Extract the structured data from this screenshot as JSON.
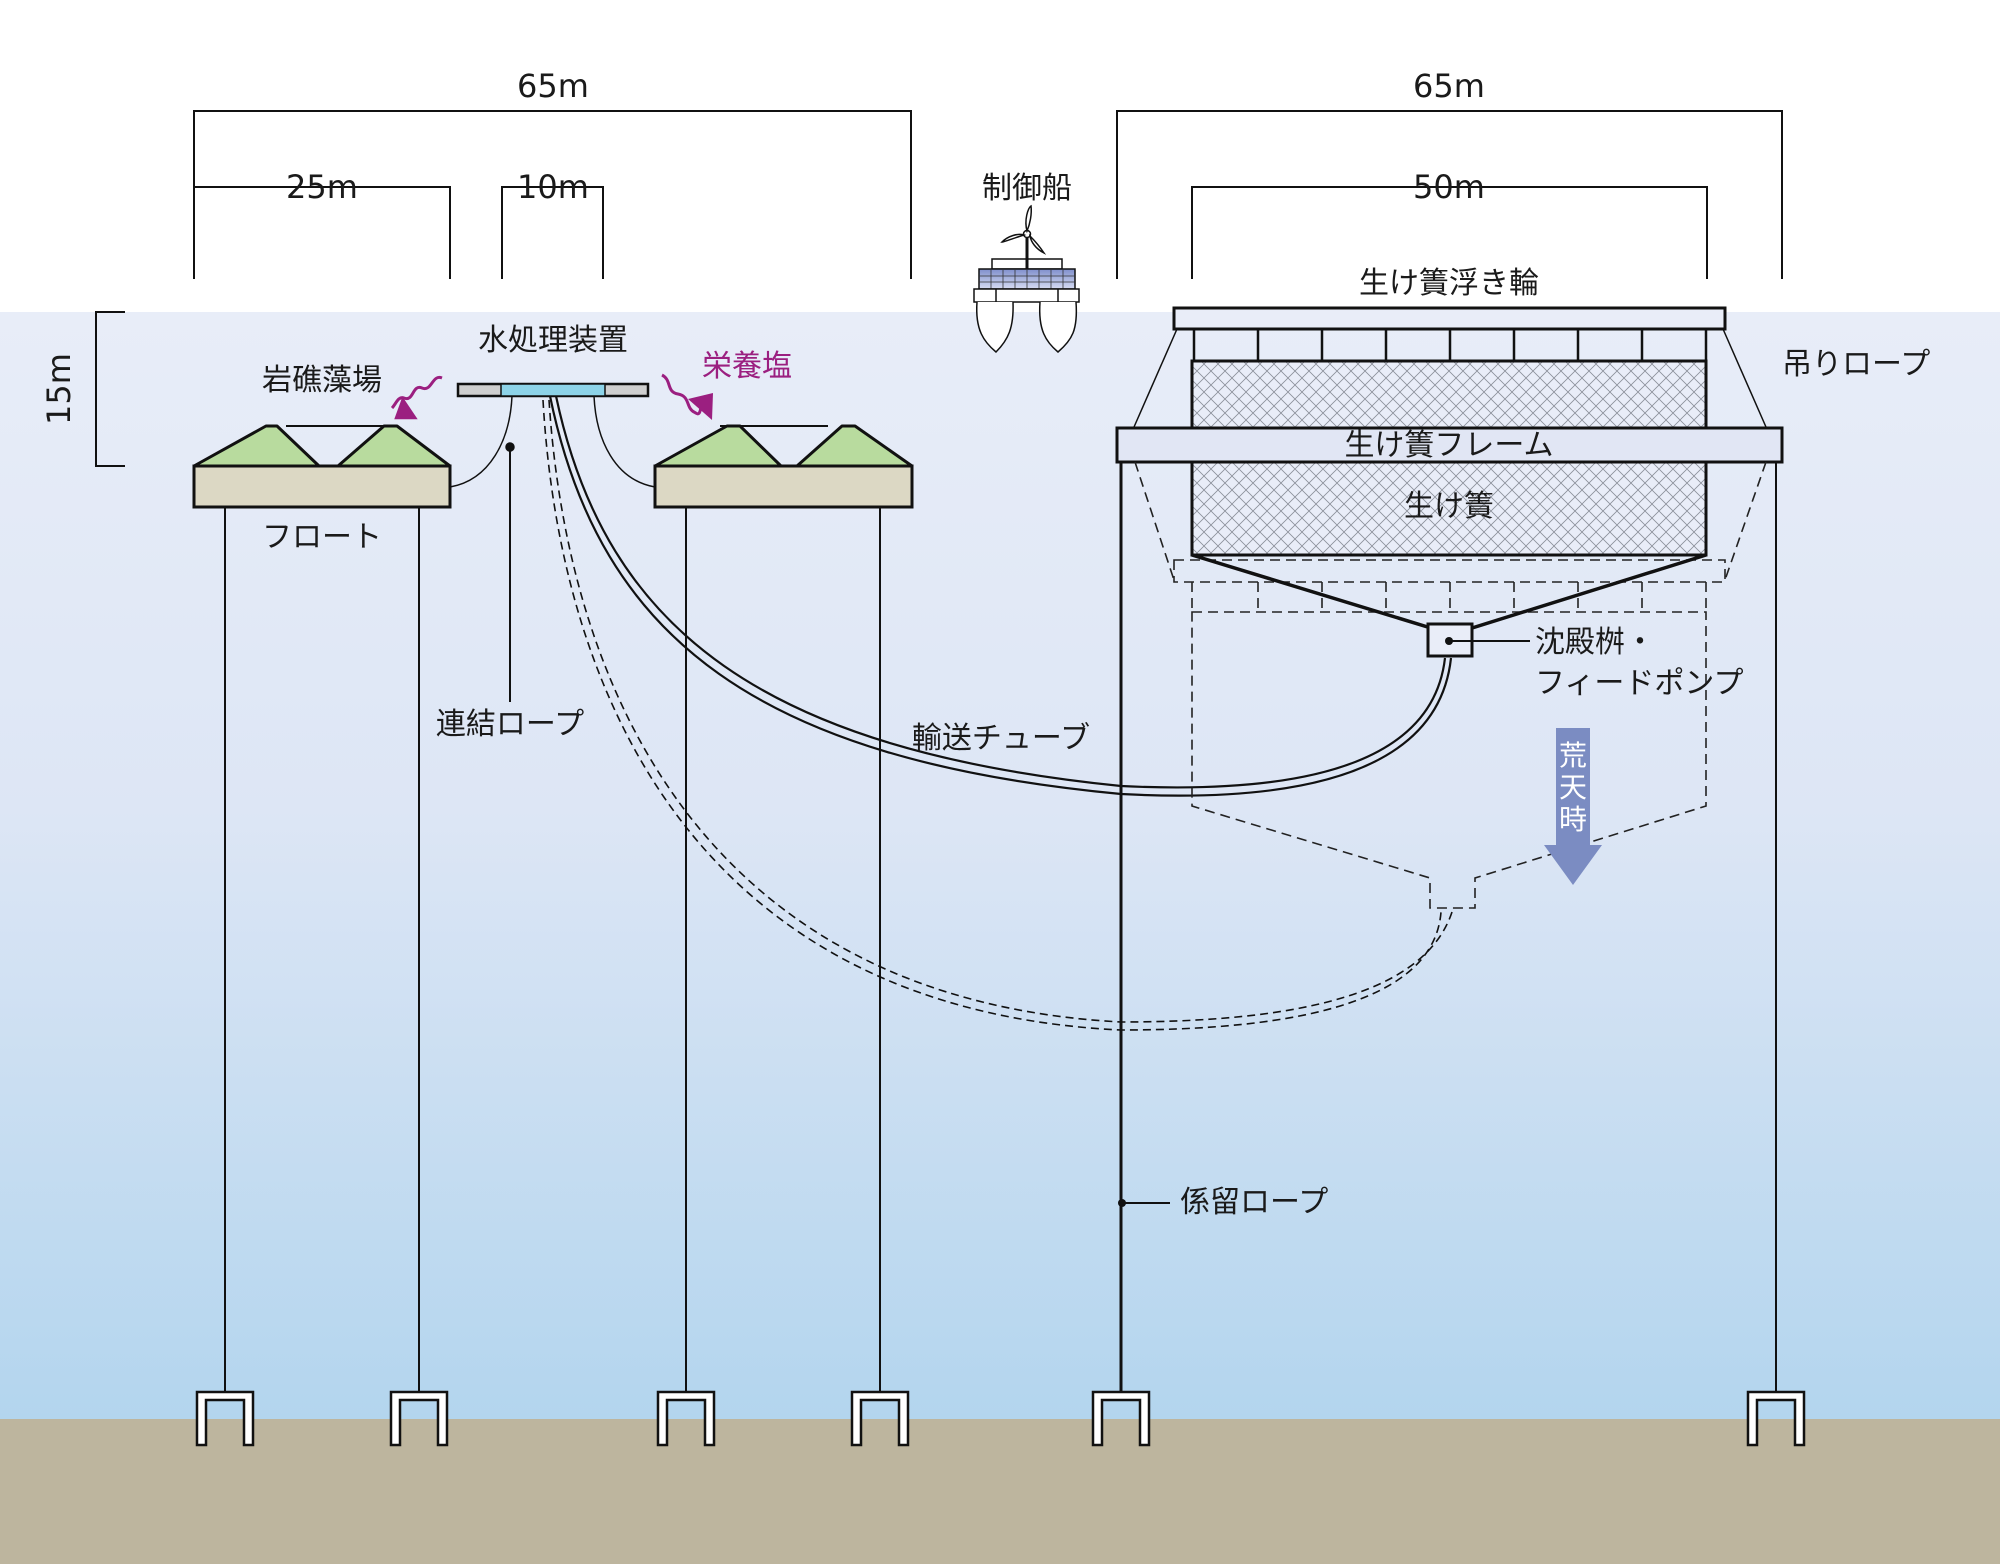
{
  "colors": {
    "sky": "#ffffff",
    "water_top": "#e8edf8",
    "water_bottom": "#b3d5ee",
    "seabed": "#bdb59e",
    "float_fill": "#dcd8c4",
    "seaweed_fill": "#b8db9e",
    "nutrient_accent": "#9b1f80",
    "treatment_blue": "#8dd3e8",
    "storm_arrow": "#7b8cc2",
    "line": "#111111"
  },
  "dimensions": {
    "left_total": "65m",
    "left_float": "25m",
    "left_gap": "10m",
    "right_total": "65m",
    "right_cage": "50m",
    "depth": "15m"
  },
  "labels": {
    "control_ship": "制御船",
    "water_treatment": "水処理装置",
    "rocky_seaweed_bed": "岩礁藻場",
    "nutrients": "栄養塩",
    "float": "フロート",
    "connecting_rope": "連結ロープ",
    "transport_tube": "輸送チューブ",
    "cage_float_ring": "生け簀浮き輪",
    "hanging_rope": "吊りロープ",
    "cage_frame": "生け簀フレーム",
    "cage": "生け簀",
    "sediment_pit_line1": "沈殿桝・",
    "sediment_pit_line2": "フィードポンプ",
    "storm_condition": "荒天時",
    "mooring_rope": "係留ロープ"
  },
  "icons": {
    "ship": "catamaran-with-wind-turbine-and-solar-panel-icon",
    "anchor": "mooring-anchor-icon",
    "nutrient_arrow": "wavy-arrow-icon",
    "storm_arrow": "down-arrow-icon"
  }
}
